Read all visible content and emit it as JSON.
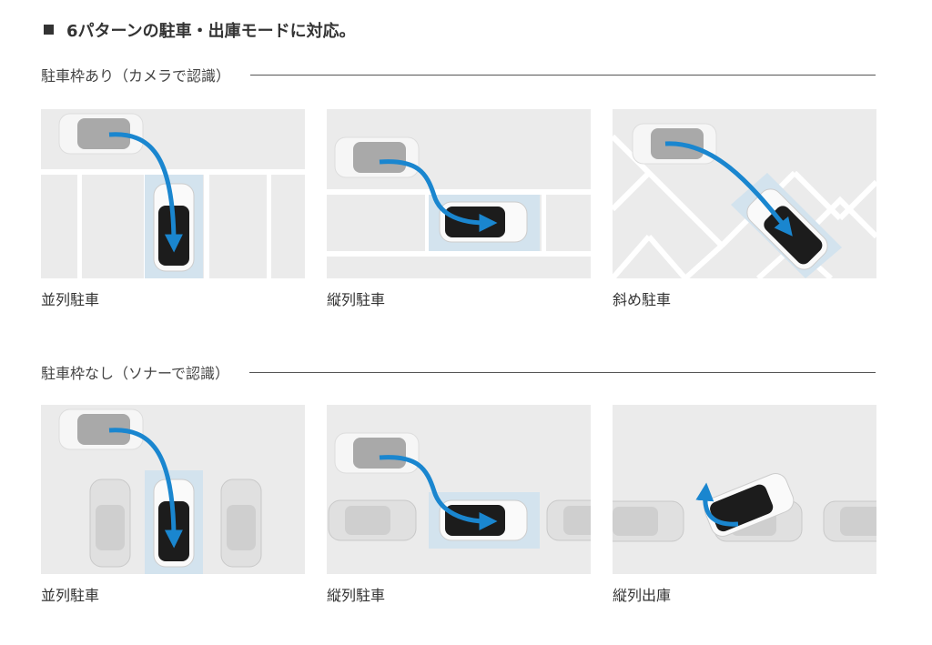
{
  "title": "6パターンの駐車・出庫モードに対応。",
  "sections": [
    {
      "heading": "駐車枠あり（カメラで認識）",
      "items": [
        {
          "label": "並列駐車"
        },
        {
          "label": "縦列駐車"
        },
        {
          "label": "斜め駐車"
        }
      ]
    },
    {
      "heading": "駐車枠なし（ソナーで認識）",
      "items": [
        {
          "label": "並列駐車"
        },
        {
          "label": "縦列駐車"
        },
        {
          "label": "縦列出庫"
        }
      ]
    }
  ],
  "colors": {
    "arrow": "#1a86cf",
    "highlight": "#d3e3ee",
    "ground": "#ebebeb"
  }
}
